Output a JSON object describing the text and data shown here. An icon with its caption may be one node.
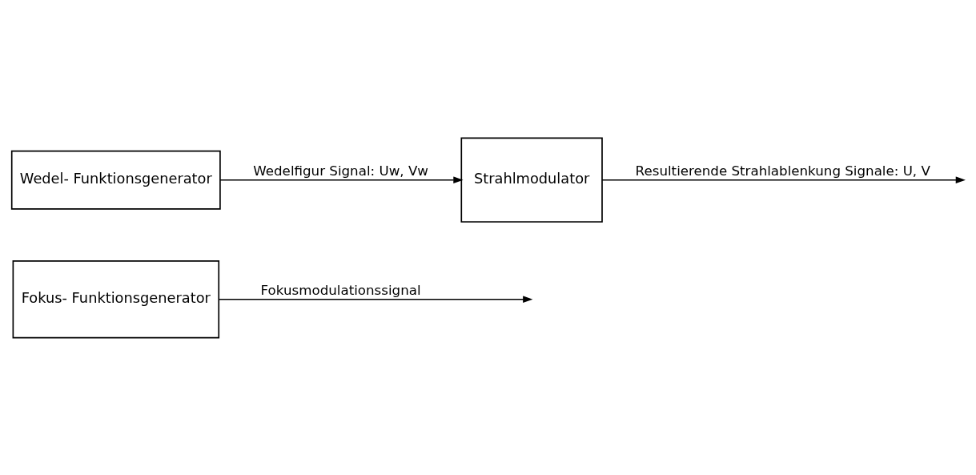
{
  "diagram": {
    "nodes": [
      {
        "text": [
          "Fokus- Funktionsgenerator"
        ]
      },
      {
        "text": [
          "Wedel- Funktionsgenerator"
        ]
      },
      {
        "text": [
          "Strahlmodulator"
        ]
      }
    ],
    "edges": [
      {
        "from": 0,
        "to": null,
        "arrow": "to",
        "label": "Fokusmodulationssignal"
      },
      {
        "from": 1,
        "to": 2,
        "arrow": "to",
        "label": "Wedelfigur Signal: Uw, Vw"
      },
      {
        "from": 2,
        "to": null,
        "arrow": "to",
        "label": "Resultierende Strahlablenkung Signale: U, V"
      }
    ]
  }
}
